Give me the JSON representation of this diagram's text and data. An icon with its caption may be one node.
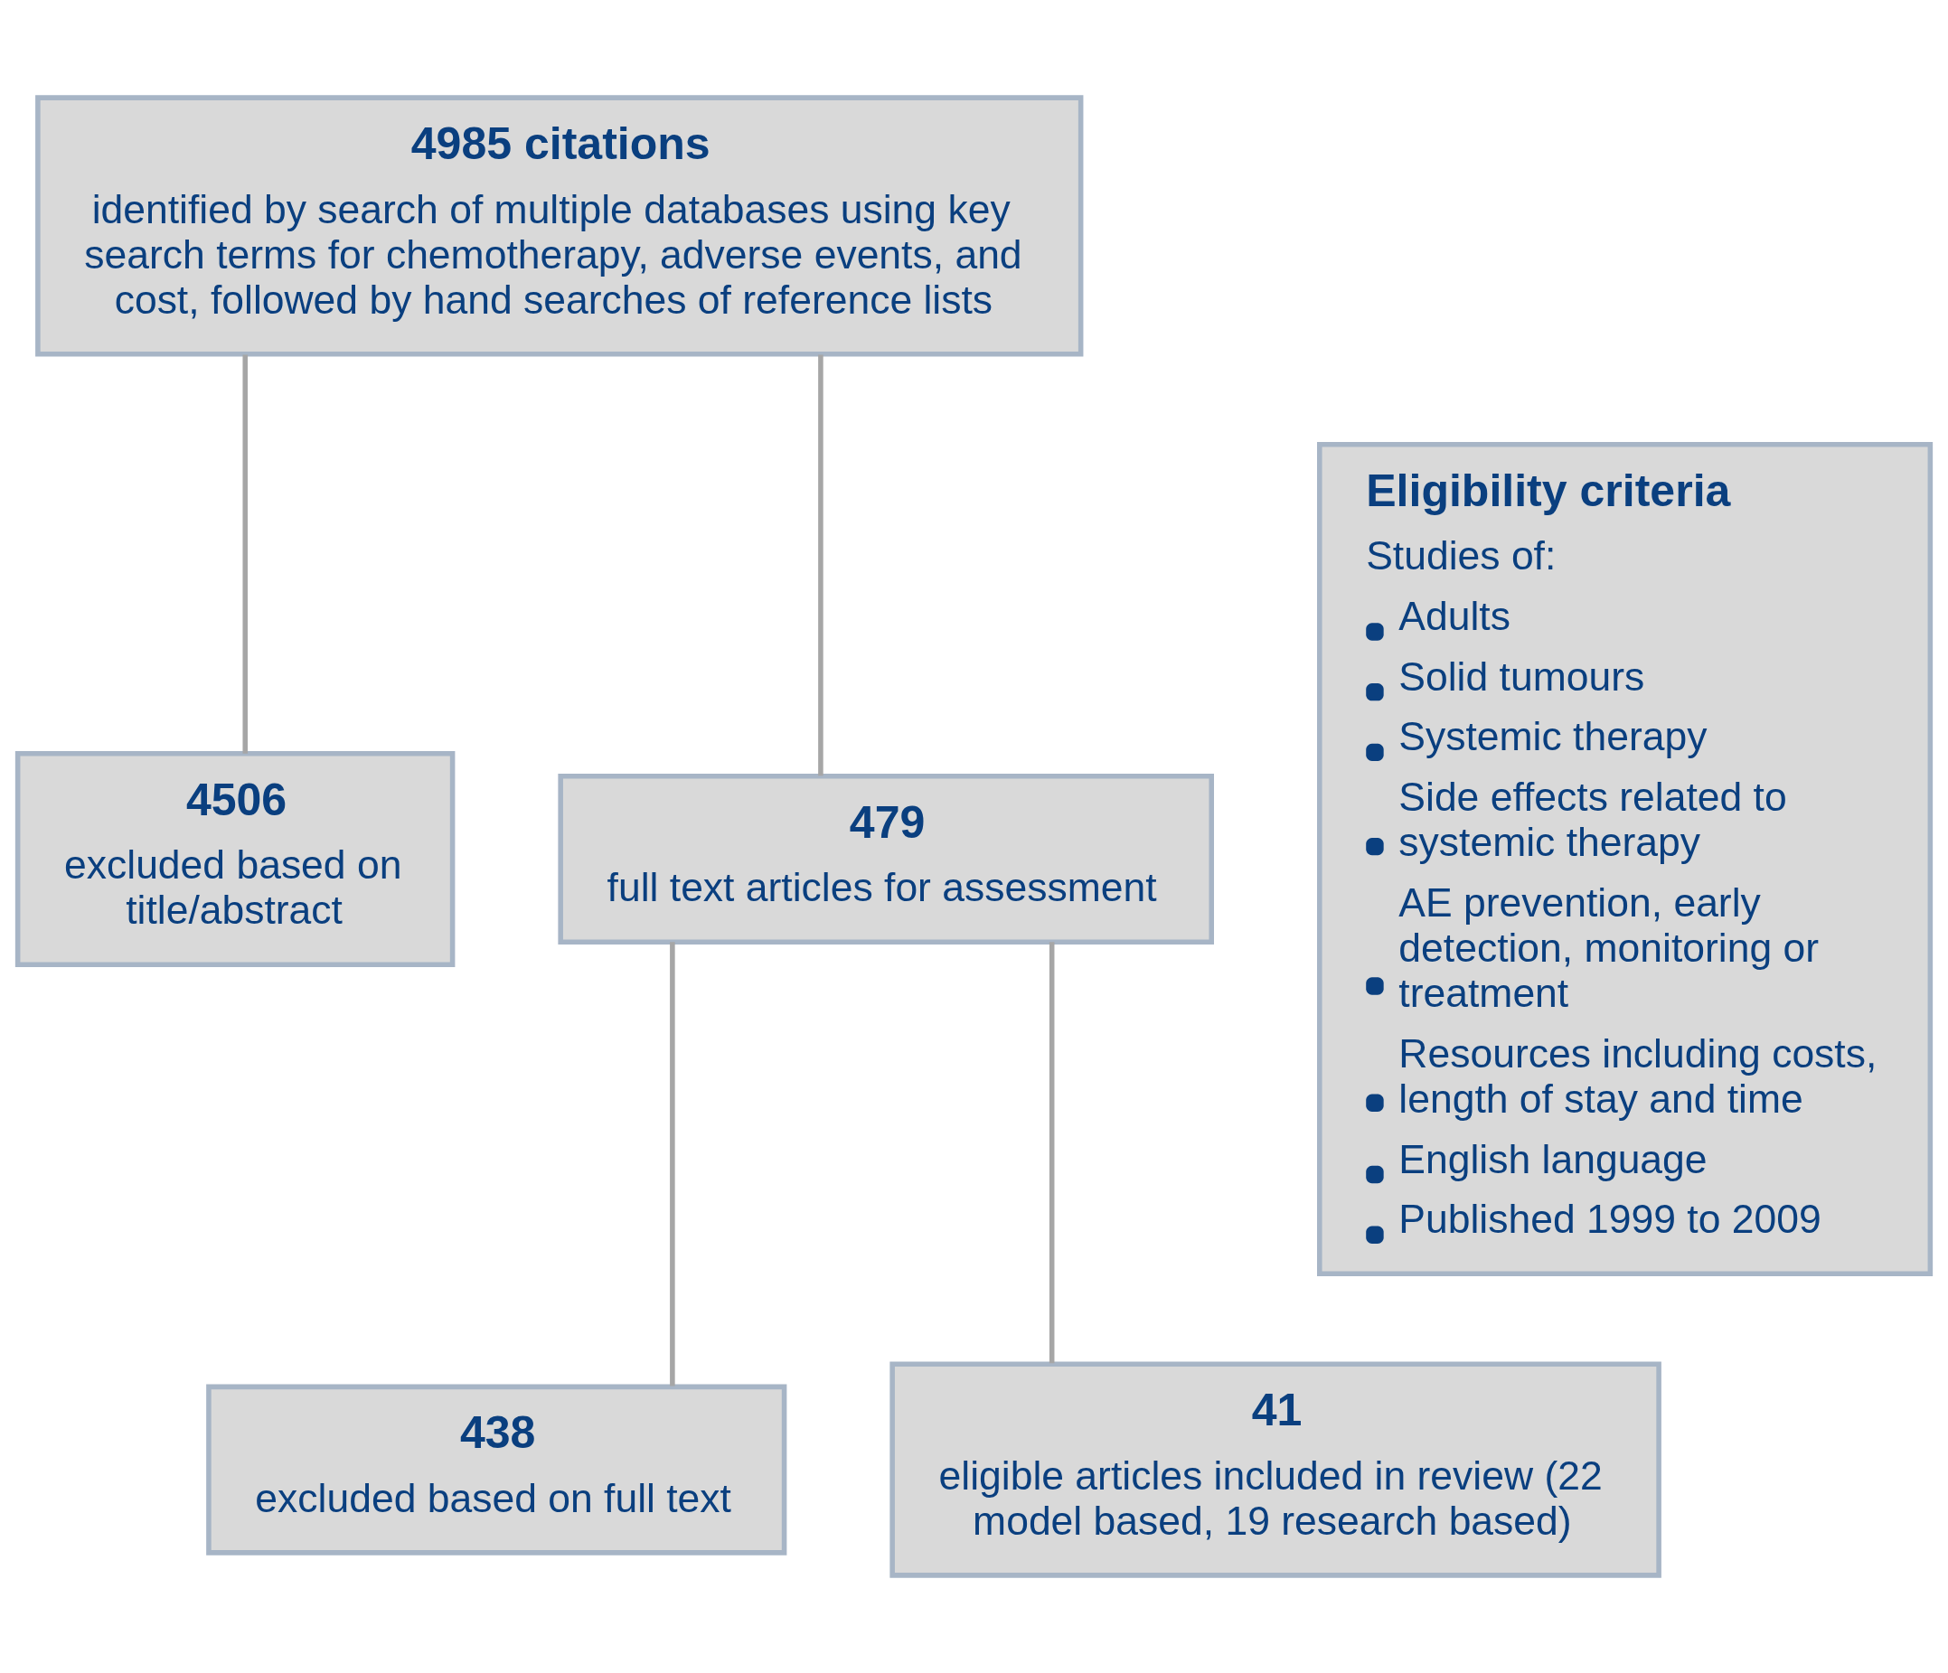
{
  "diagram": {
    "nodes": [
      {
        "text": [
          "4985 citations",
          "identified by search of multiple databases using key search terms for chemotherapy, adverse events, and cost, followed by hand searches of reference lists"
        ]
      },
      {
        "text": [
          "4506",
          "excluded based on title/abstract"
        ]
      },
      {
        "text": [
          "479",
          "full text articles for assessment"
        ]
      },
      {
        "text": [
          "438",
          "excluded based on full text"
        ]
      },
      {
        "text": [
          "41",
          "eligible articles included in review (22 model based, 19 research based)"
        ]
      },
      {
        "text": [
          "Eligibility criteria",
          "Studies of:",
          "Adults",
          "Solid tumours",
          "Systemic therapy",
          "Side effects related to systemic therapy",
          "AE prevention, early detection, monitoring or treatment",
          "Resources including costs, length of stay and time",
          "English language",
          "Published 1999 to 2009"
        ]
      }
    ],
    "edges": [
      {
        "from": 0,
        "to": 1,
        "arrow": "none"
      },
      {
        "from": 0,
        "to": 2,
        "arrow": "none"
      },
      {
        "from": 2,
        "to": 3,
        "arrow": "none"
      },
      {
        "from": 2,
        "to": 4,
        "arrow": "none"
      }
    ]
  }
}
